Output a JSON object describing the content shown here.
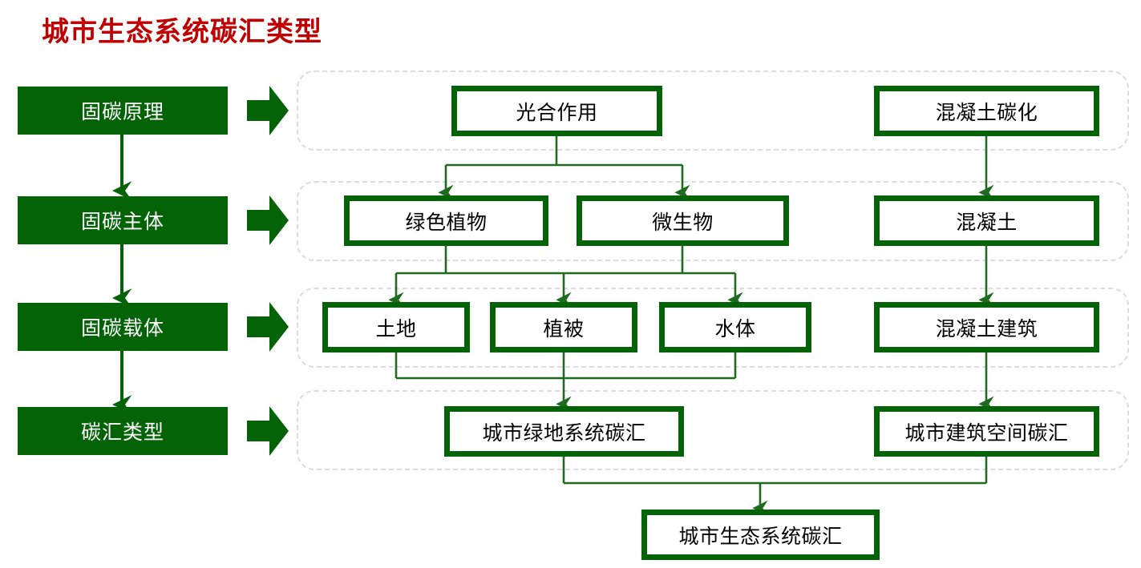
{
  "title": "城市生态系统碳汇类型",
  "colors": {
    "title": "#C00000",
    "green": "#046307",
    "panel_border": "#DCDCDC",
    "node_fill": "#FFFFFF",
    "node_text": "#000000",
    "connector": "#1F6B1F"
  },
  "stages": [
    {
      "label": "固碳原理"
    },
    {
      "label": "固碳主体"
    },
    {
      "label": "固碳载体"
    },
    {
      "label": "碳汇类型"
    }
  ],
  "arrows": [
    {
      "name": "chevron-stage-1"
    },
    {
      "name": "chevron-stage-2"
    },
    {
      "name": "chevron-stage-3"
    },
    {
      "name": "chevron-stage-4"
    }
  ],
  "rows": [
    {
      "row": 1,
      "nodes": [
        {
          "label": "光合作用"
        },
        {
          "label": "混凝土碳化"
        }
      ]
    },
    {
      "row": 2,
      "nodes": [
        {
          "label": "绿色植物"
        },
        {
          "label": "微生物"
        },
        {
          "label": "混凝土"
        }
      ]
    },
    {
      "row": 3,
      "nodes": [
        {
          "label": "土地"
        },
        {
          "label": "植被"
        },
        {
          "label": "水体"
        },
        {
          "label": "混凝土建筑"
        }
      ]
    },
    {
      "row": 4,
      "nodes": [
        {
          "label": "城市绿地系统碳汇"
        },
        {
          "label": "城市建筑空间碳汇"
        }
      ]
    }
  ],
  "result": {
    "label": "城市生态系统碳汇"
  }
}
